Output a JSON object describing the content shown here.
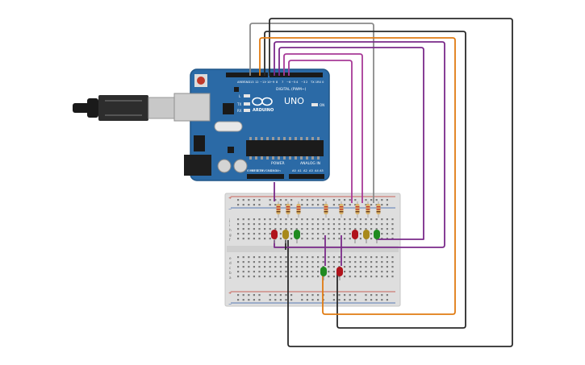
{
  "arduino": {
    "brand": "ARDUINO",
    "model": "UNO",
    "digital_label": "DIGITAL (PWM~)",
    "power_label": "POWER",
    "analog_label": "ANALOG IN",
    "on_label": "ON",
    "tx_label": "TX",
    "rx_label": "RX",
    "l_label": "L",
    "aref_label": "AREF",
    "gnd_label": "GND",
    "digital_pins": [
      "13",
      "12",
      "~11",
      "~10",
      "~9",
      "8",
      "7",
      "~6",
      "~5",
      "4",
      "~3",
      "2",
      "TX 1",
      "RX 0"
    ],
    "power_pins": [
      "IOREF",
      "RESET",
      "3.3V",
      "5V",
      "GND",
      "GND",
      "Vin"
    ],
    "analog_pins": [
      "A0",
      "A1",
      "A2",
      "A3",
      "A4",
      "A5"
    ]
  },
  "breadboard": {
    "row_letters": [
      "a",
      "b",
      "c",
      "d",
      "e",
      "f",
      "g",
      "h",
      "i",
      "j"
    ],
    "plus": "+",
    "minus": "−"
  },
  "colors": {
    "board": "#2b6aa6",
    "breadboard": "#dedede",
    "wire_gray": "#8a8a8a",
    "wire_black": "#2a2a2a",
    "wire_orange": "#e07b12",
    "wire_purple": "#7a2a8a",
    "wire_magenta": "#a83a98",
    "led_red": "#b0141c",
    "led_yellow": "#a8891a",
    "led_green": "#1f8a20"
  }
}
